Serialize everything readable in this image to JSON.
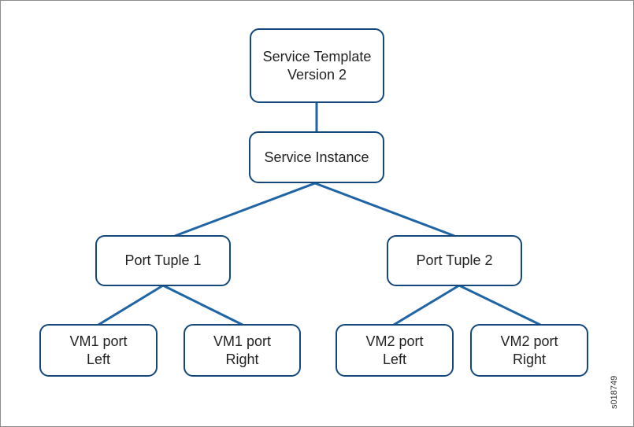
{
  "nodes": {
    "service_template": {
      "line1": "Service Template",
      "line2": "Version 2"
    },
    "service_instance": {
      "line1": "Service Instance"
    },
    "port_tuple_1": {
      "line1": "Port Tuple 1"
    },
    "port_tuple_2": {
      "line1": "Port Tuple 2"
    },
    "vm1_port_left": {
      "line1": "VM1 port",
      "line2": "Left"
    },
    "vm1_port_right": {
      "line1": "VM1 port",
      "line2": "Right"
    },
    "vm2_port_left": {
      "line1": "VM2 port",
      "line2": "Left"
    },
    "vm2_port_right": {
      "line1": "VM2 port",
      "line2": "Right"
    }
  },
  "figure_id": "s018749",
  "colors": {
    "node_border": "#14477a",
    "connector": "#1f64a5",
    "frame_border": "#8c8c8c"
  }
}
